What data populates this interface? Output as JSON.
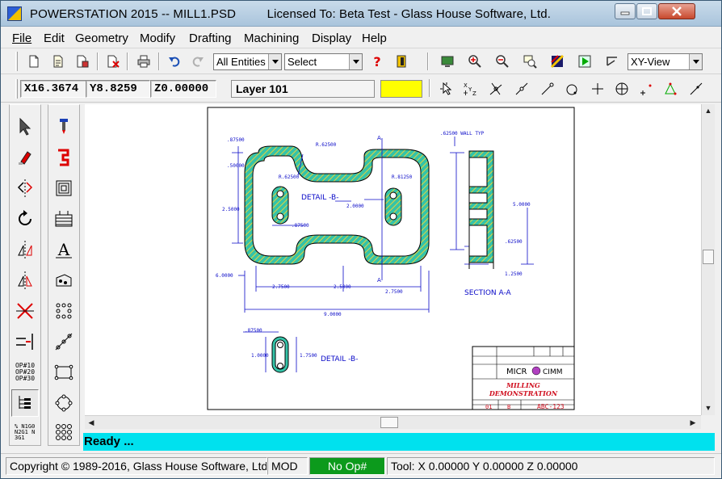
{
  "window": {
    "title": "POWERSTATION 2015 -- MILL1.PSD",
    "licensed": "Licensed To: Beta Test - Glass House Software, Ltd."
  },
  "menu": [
    {
      "label": "File"
    },
    {
      "label": "Edit"
    },
    {
      "label": "Geometry"
    },
    {
      "label": "Modify"
    },
    {
      "label": "Drafting"
    },
    {
      "label": "Machining"
    },
    {
      "label": "Display"
    },
    {
      "label": "Help"
    }
  ],
  "toolbar": {
    "entities_filter": "All Entities",
    "select_mode": "Select",
    "view": "XY-View"
  },
  "coords": {
    "x": "X16.3674",
    "y": "Y8.8259",
    "z": "Z0.00000"
  },
  "layer": {
    "name": "Layer 101",
    "color": "#ffff00"
  },
  "left_palette": {
    "ops_label": "OP#10 OP#20 OP#30",
    "nc_label": "% N1G0 N2G1 N3G1"
  },
  "drawing": {
    "dims": {
      "d1": ".87500",
      "d2": ".50000",
      "d3": "R.62500",
      "d4": "R.81250",
      "d5": "2.5000",
      "d6": "2.0000",
      "d7": ".87500",
      "d8": "6.0000",
      "d9": "2.7500",
      "d10": "2.5000",
      "d11": "2.7500",
      "d12": "9.0000",
      "d13": ".62500 WALL TYP",
      "d14": "5.0000",
      "d15": ".62500",
      "d16": "1.2500",
      "d17": ".87500",
      "d18": "1.0000",
      "d19": "1.7500"
    },
    "labels": {
      "detail_b_1": "DETAIL -B-",
      "detail_b_2": "DETAIL -B-",
      "section": "SECTION A-A",
      "cut_a1": "A",
      "cut_a2": "A"
    },
    "title_block": {
      "logo": "MICR",
      "logo2": "CIMM",
      "title1": "MILLING",
      "title2": "DEMONSTRATION",
      "drawing_no": "ABC-123",
      "size": "B",
      "scale": "01"
    }
  },
  "status": {
    "ready": "Ready ...",
    "copyright": "Copyright © 1989-2016, Glass House Software, Ltd.",
    "mode": "MOD",
    "op": "No Op#",
    "tool": "Tool: X 0.00000 Y 0.00000 Z 0.00000"
  },
  "colors": {
    "ready_bar": "#00e1ee",
    "op_indicator": "#0c9a1c",
    "part_fill": "#35c3a8",
    "hatch": "#e6d23a",
    "dim": "#0a0ac8",
    "title_red": "#d01020"
  }
}
